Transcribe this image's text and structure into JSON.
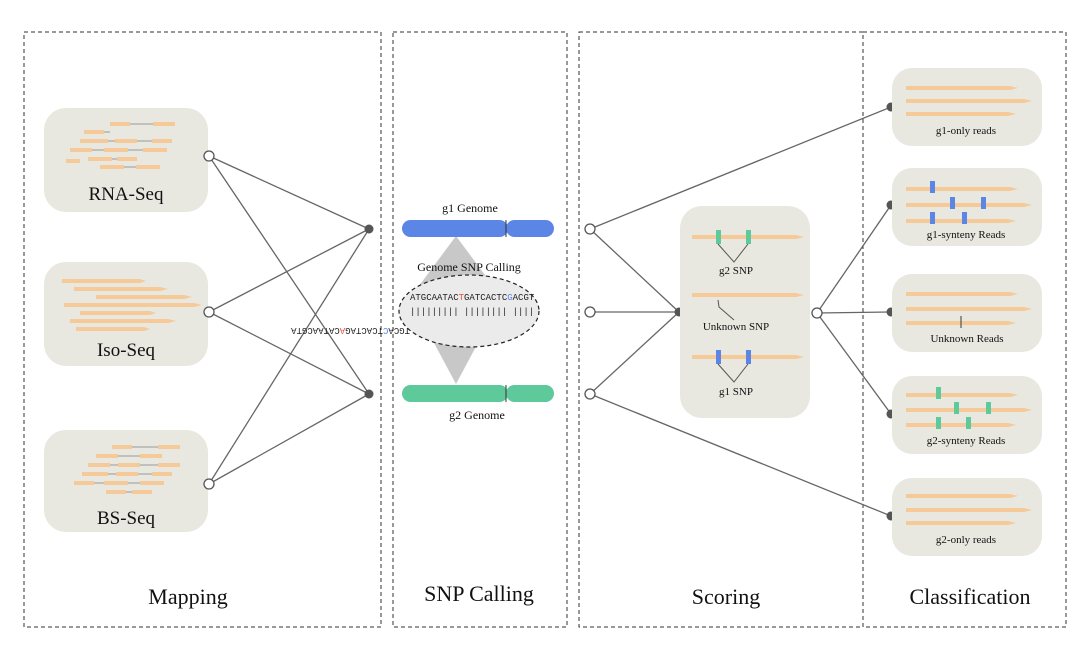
{
  "sections": {
    "mapping": "Mapping",
    "snp_calling": "SNP Calling",
    "scoring": "Scoring",
    "classification": "Classification"
  },
  "mapping": {
    "inputs": [
      "RNA-Seq",
      "Iso-Seq",
      "BS-Seq"
    ]
  },
  "snp": {
    "g1_genome": "g1 Genome",
    "g2_genome": "g2 Genome",
    "calling_label": "Genome SNP Calling",
    "seq_top_parts": [
      "ATGCAATAC",
      "T",
      "GATCACTC",
      "G",
      "ACGT"
    ],
    "seq_mid": "|||||||||  ||||||||  ||||",
    "seq_bottom_parts": [
      "TGCA",
      "C",
      "TCACTAG",
      "A",
      "CATAACGTA"
    ]
  },
  "scoring": {
    "g2_snp": "g2 SNP",
    "unknown_snp": "Unknown SNP",
    "g1_snp": "g1 SNP"
  },
  "classification": {
    "g1_only": "g1-only reads",
    "g1_synteny": "g1-synteny Reads",
    "unknown": "Unknown Reads",
    "g2_synteny": "g2-synteny Reads",
    "g2_only": "g2-only reads"
  },
  "colors": {
    "read": "#f6c998",
    "box": "#e8e8e1",
    "g1_blue": "#5b86e5",
    "g2_green": "#5ec99a",
    "snp_red": "#e0533a"
  }
}
